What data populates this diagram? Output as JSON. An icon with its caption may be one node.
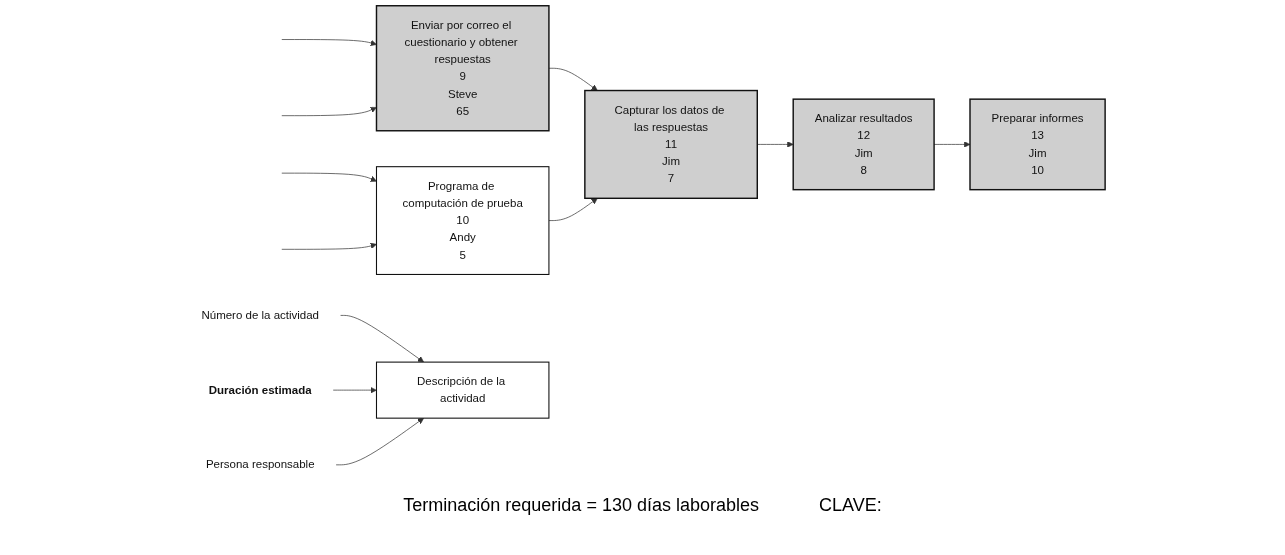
{
  "diagram": {
    "nodes": [
      {
        "text": [
          "Enviar por correo el cuestionario y obtener respuestas",
          "9",
          "Steve",
          "65"
        ]
      },
      {
        "text": [
          "Capturar los datos de las respuestas",
          "11",
          "Jim",
          "7"
        ]
      },
      {
        "text": [
          "Analizar resultados",
          "12",
          "Jim",
          "8"
        ]
      },
      {
        "text": [
          "Preparar informes",
          "13",
          "Jim",
          "10"
        ]
      },
      {
        "text": [
          "Programa de computación de prueba",
          "10",
          "Andy",
          "5"
        ]
      },
      {
        "text": [
          "Descripción de la actividad"
        ]
      },
      {
        "text": [
          "Número de la actividad"
        ]
      },
      {
        "text": [
          "Duración estimada"
        ]
      },
      {
        "text": [
          "Persona responsable"
        ]
      }
    ],
    "edges": [
      {
        "from": null,
        "to": 0,
        "arrow": "to"
      },
      {
        "from": null,
        "to": 0,
        "arrow": "to"
      },
      {
        "from": null,
        "to": 4,
        "arrow": "to"
      },
      {
        "from": null,
        "to": 4,
        "arrow": "to"
      },
      {
        "from": 0,
        "to": 1,
        "arrow": "to"
      },
      {
        "from": 4,
        "to": 1,
        "arrow": "to"
      },
      {
        "from": 1,
        "to": 2,
        "arrow": "to"
      },
      {
        "from": 2,
        "to": 3,
        "arrow": "to"
      },
      {
        "from": 6,
        "to": 5,
        "arrow": "to"
      },
      {
        "from": 7,
        "to": 5,
        "arrow": "to"
      },
      {
        "from": 8,
        "to": 5,
        "arrow": "to"
      }
    ],
    "labels": [
      "Terminación requerida = 130 días laborables",
      "CLAVE:"
    ]
  }
}
